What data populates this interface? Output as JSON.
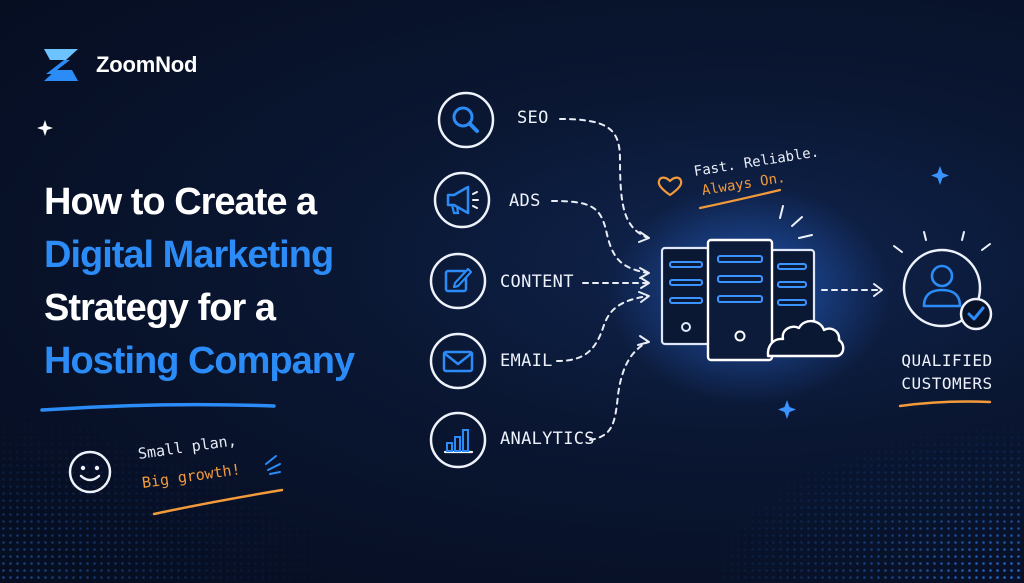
{
  "brand": {
    "name": "ZoomNod",
    "logo_icon": "z-logo-icon",
    "logo_colors": [
      "#2b8cf7",
      "#6cc3ff"
    ]
  },
  "headline": {
    "line1": "How to Create a",
    "line2": "Digital Marketing",
    "line3": "Strategy for a",
    "line4": "Hosting Company"
  },
  "tagline": {
    "line1": "Small plan,",
    "line2": "Big growth!",
    "icon": "smiley-icon"
  },
  "channels": [
    {
      "label": "SEO",
      "icon": "magnifier-icon"
    },
    {
      "label": "ADS",
      "icon": "megaphone-icon"
    },
    {
      "label": "CONTENT",
      "icon": "edit-icon"
    },
    {
      "label": "EMAIL",
      "icon": "envelope-icon"
    },
    {
      "label": "ANALYTICS",
      "icon": "bar-chart-icon"
    }
  ],
  "hosting_note": {
    "line1": "Fast. Reliable.",
    "line2": "Always On.",
    "icon": "heart-icon"
  },
  "hub": {
    "icon": "server-cloud-icon"
  },
  "result": {
    "line1": "QUALIFIED",
    "line2": "CUSTOMERS",
    "icon": "user-check-icon"
  },
  "colors": {
    "background": "#081228",
    "accent_blue": "#2b8cf7",
    "accent_orange": "#f39a3a",
    "line_white": "#e9edf6"
  }
}
